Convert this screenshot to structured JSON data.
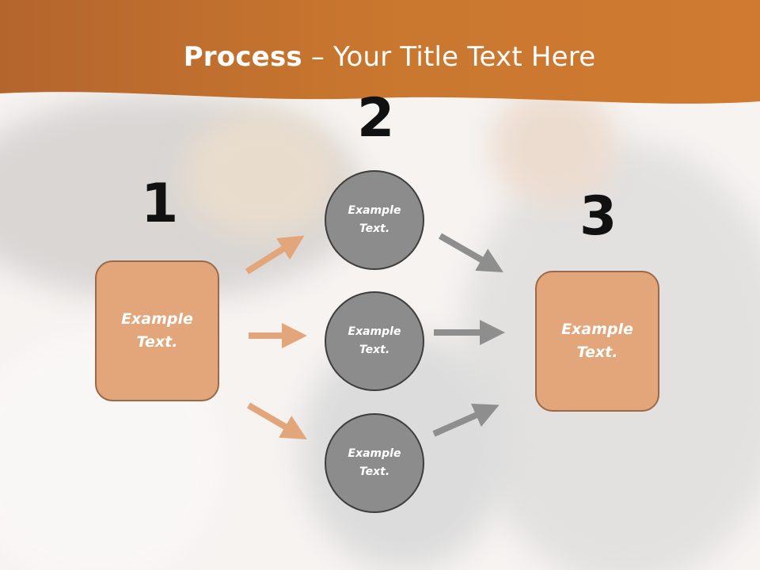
{
  "title": {
    "bold": "Process",
    "rest": " – Your Title Text Here"
  },
  "steps": [
    {
      "number": "1",
      "label": "Example Text."
    },
    {
      "number": "2"
    },
    {
      "number": "3",
      "label": "Example Text."
    }
  ],
  "circles": [
    {
      "label": "Example Text."
    },
    {
      "label": "Example Text."
    },
    {
      "label": "Example Text."
    }
  ],
  "colors": {
    "header": "#c8742f",
    "box_fill": "#e2a67a",
    "box_border": "#9a6a48",
    "circle_fill": "#8c8c8c",
    "circle_border": "#3d3d3d",
    "arrow_orange": "#e2a67a",
    "arrow_gray": "#8e8e8e"
  }
}
